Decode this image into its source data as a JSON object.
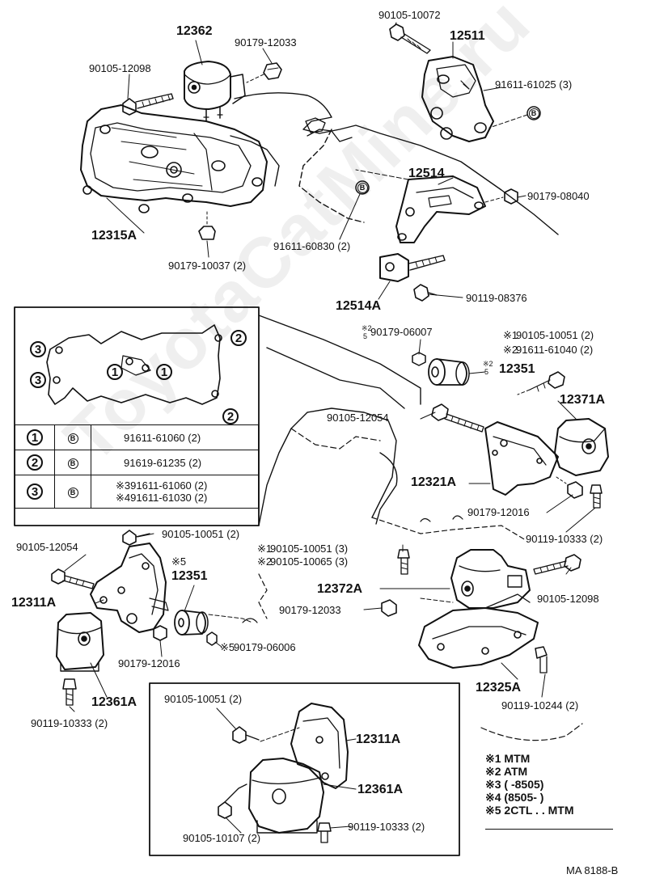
{
  "parts": {
    "p12362": "12362",
    "p90179_12033_top": "90179-12033",
    "p90105_12098_top": "90105-12098",
    "p12315A": "12315A",
    "p90179_10037": "90179-10037 (2)",
    "p90105_10072": "90105-10072",
    "p12511": "12511",
    "p91611_61025": "91611-61025 (3)",
    "p12514": "12514",
    "p90179_08040": "90179-08040",
    "p91611_60830": "91611-60830 (2)",
    "p12514A": "12514A",
    "p90119_08376": "90119-08376",
    "p90179_06007": "90179-06007",
    "p12351_top": "12351",
    "p90105_10051_a": "90105-10051 (2)",
    "p91611_61040": "91611-61040 (2)",
    "p12371A": "12371A",
    "p90105_12054_mid": "90105-12054",
    "p12321A": "12321A",
    "p90179_12016_right": "90179-12016",
    "p90119_10333_right": "90119-10333 (2)",
    "p90105_12054_left": "90105-12054",
    "p90105_10051_left": "90105-10051 (2)",
    "p12311A_left": "12311A",
    "p12351_left": "12351",
    "p90179_12016_left": "90179-12016",
    "atm": "ATM",
    "p90179_06006": "90179-06006",
    "p12361A_left": "12361A",
    "p90119_10333_left": "90119-10333 (2)",
    "p90105_10051_3": "90105-10051 (3)",
    "p90105_10065": "90105-10065 (3)",
    "p12372A": "12372A",
    "p90179_12033_mid": "90179-12033",
    "p90105_12098_right": "90105-12098",
    "p12325A": "12325A",
    "p90119_10244": "90119-10244 (2)",
    "p90105_10051_inset": "90105-10051 (2)",
    "p12311A_inset": "12311A",
    "p12361A_inset": "12361A",
    "p90105_10107": "90105-10107 (2)",
    "p90119_10333_inset": "90119-10333 (2)"
  },
  "marks": {
    "m25_a": "※2",
    "m25_b": "5",
    "m1": "※1",
    "m2": "※2",
    "m25_c": "※2",
    "m25_d": "5",
    "m5_left": "※5",
    "m5_inline": "※5",
    "m1_mid": "※1",
    "m2_mid": "※2"
  },
  "inset_callouts": {
    "c1": "1",
    "c2": "2",
    "c3": "3",
    "b": "B"
  },
  "inset_table": [
    {
      "callout": "1",
      "code": "B",
      "parts": "91611-61060 (2)"
    },
    {
      "callout": "2",
      "code": "B",
      "parts": "91619-61235 (2)"
    },
    {
      "callout": "3",
      "code": "B",
      "parts_a": "※391611-61060 (2)",
      "parts_b": "※491611-61030 (2)"
    }
  ],
  "legend": [
    {
      "mark": "※1",
      "text": "MTM"
    },
    {
      "mark": "※2",
      "text": "ATM"
    },
    {
      "mark": "※3",
      "text": "(       -8505)"
    },
    {
      "mark": "※4",
      "text": "(8505-        )"
    },
    {
      "mark": "※5",
      "text": "2CTL . . MTM"
    }
  ],
  "figure_code": "MA 8188-B",
  "watermark": "ToyotaCatMine.ru"
}
